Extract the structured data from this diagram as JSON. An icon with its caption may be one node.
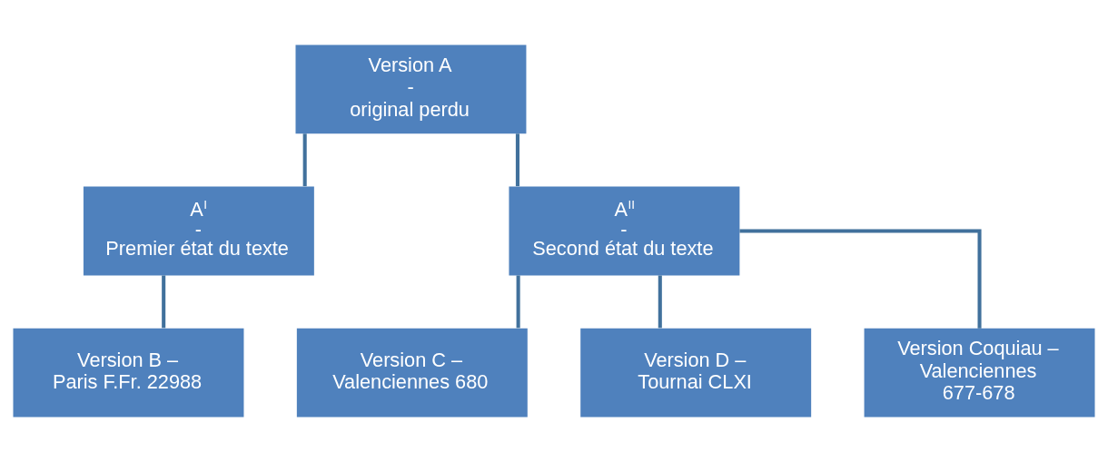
{
  "diagram": {
    "nodes": [
      {
        "text": [
          "Version A",
          "-",
          "original perdu"
        ]
      },
      {
        "text": [
          "A$^{I}$",
          "-",
          "Premier état du texte"
        ]
      },
      {
        "text": [
          "A$^{II}$",
          "-",
          "Second état du texte"
        ]
      },
      {
        "text": [
          "Version B –",
          "Paris F.Fr. 22988"
        ]
      },
      {
        "text": [
          "Version C – Valenciennes 680"
        ]
      },
      {
        "text": [
          "Version D –",
          "Tournai CLXI"
        ]
      },
      {
        "text": [
          "Version Coquiau – Valenciennes",
          "677-678"
        ]
      }
    ],
    "edges": [
      {
        "from": 0,
        "to": 1,
        "arrow": "none"
      },
      {
        "from": 0,
        "to": 2,
        "arrow": "none"
      },
      {
        "from": 1,
        "to": 3,
        "arrow": "none"
      },
      {
        "from": 2,
        "to": 4,
        "arrow": "none"
      },
      {
        "from": 2,
        "to": 5,
        "arrow": "none"
      },
      {
        "from": 2,
        "to": 6,
        "arrow": "none"
      }
    ]
  }
}
